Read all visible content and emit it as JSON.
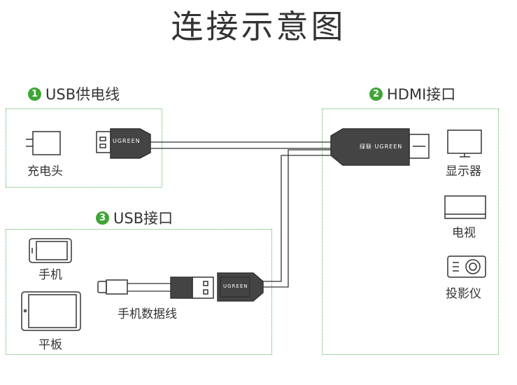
{
  "title": "连接示意图",
  "sections": {
    "usb_power": {
      "number": "1",
      "label": "USB供电线"
    },
    "hdmi": {
      "number": "2",
      "label": "HDMI接口"
    },
    "usb_port": {
      "number": "3",
      "label": "USB接口"
    }
  },
  "devices": {
    "charger": "充电头",
    "monitor": "显示器",
    "tv": "电视",
    "projector": "投影仪",
    "phone": "手机",
    "tablet": "平板",
    "phone_cable": "手机数据线"
  },
  "brand": {
    "usb_plug": "UGREEN",
    "hdmi_plug": "绿联 UGREEN",
    "adapter": "UGREEN"
  },
  "colors": {
    "accent": "#3fa535",
    "line": "#333333",
    "box_border": "#4caf50"
  }
}
